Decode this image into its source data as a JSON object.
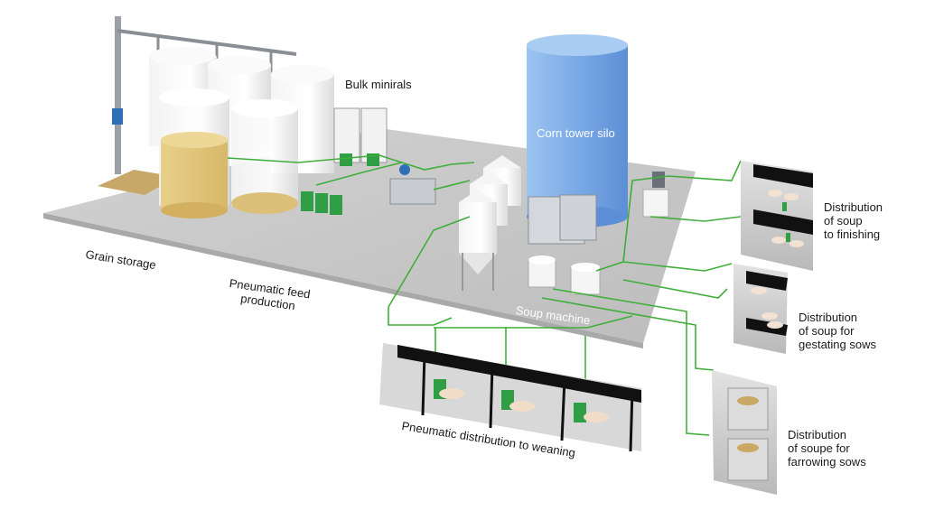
{
  "labels": {
    "bulk_minerals": "Bulk minirals",
    "corn_tower_silo": "Corn tower silo",
    "grain_storage": "Grain storage",
    "pneumatic_feed_production": "Pneumatic feed\nproduction",
    "soup_machine": "Soup machine",
    "finishing": "Distribution\nof soup\nto finishing",
    "gestating": "Distribution\nof soup for\ngestating sows",
    "farrowing": "Distribution\nof soupe for\nfarrowing sows",
    "weaning": "Pneumatic distribution to weaning"
  },
  "colors": {
    "pipe": "#3fae3a",
    "equipment_green": "#2f9e44",
    "silo_blue": "#7fb0e8",
    "floor": "#c9c9c9",
    "grain": "#e3c77a"
  }
}
